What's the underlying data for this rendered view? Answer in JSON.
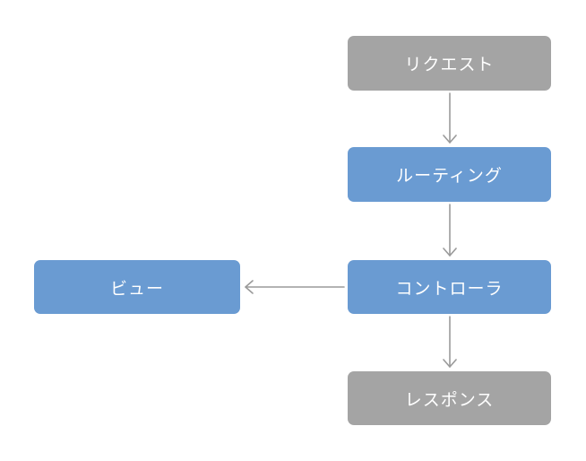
{
  "nodes": {
    "request": "リクエスト",
    "routing": "ルーティング",
    "controller": "コントローラ",
    "view": "ビュー",
    "response": "レスポンス"
  },
  "colors": {
    "gray_node": "#a4a4a4",
    "blue_node": "#6a9bd2",
    "arrow": "#9a9a9a",
    "text": "#ffffff"
  },
  "edges": [
    {
      "from": "request",
      "to": "routing"
    },
    {
      "from": "routing",
      "to": "controller"
    },
    {
      "from": "controller",
      "to": "view"
    },
    {
      "from": "controller",
      "to": "response"
    }
  ]
}
